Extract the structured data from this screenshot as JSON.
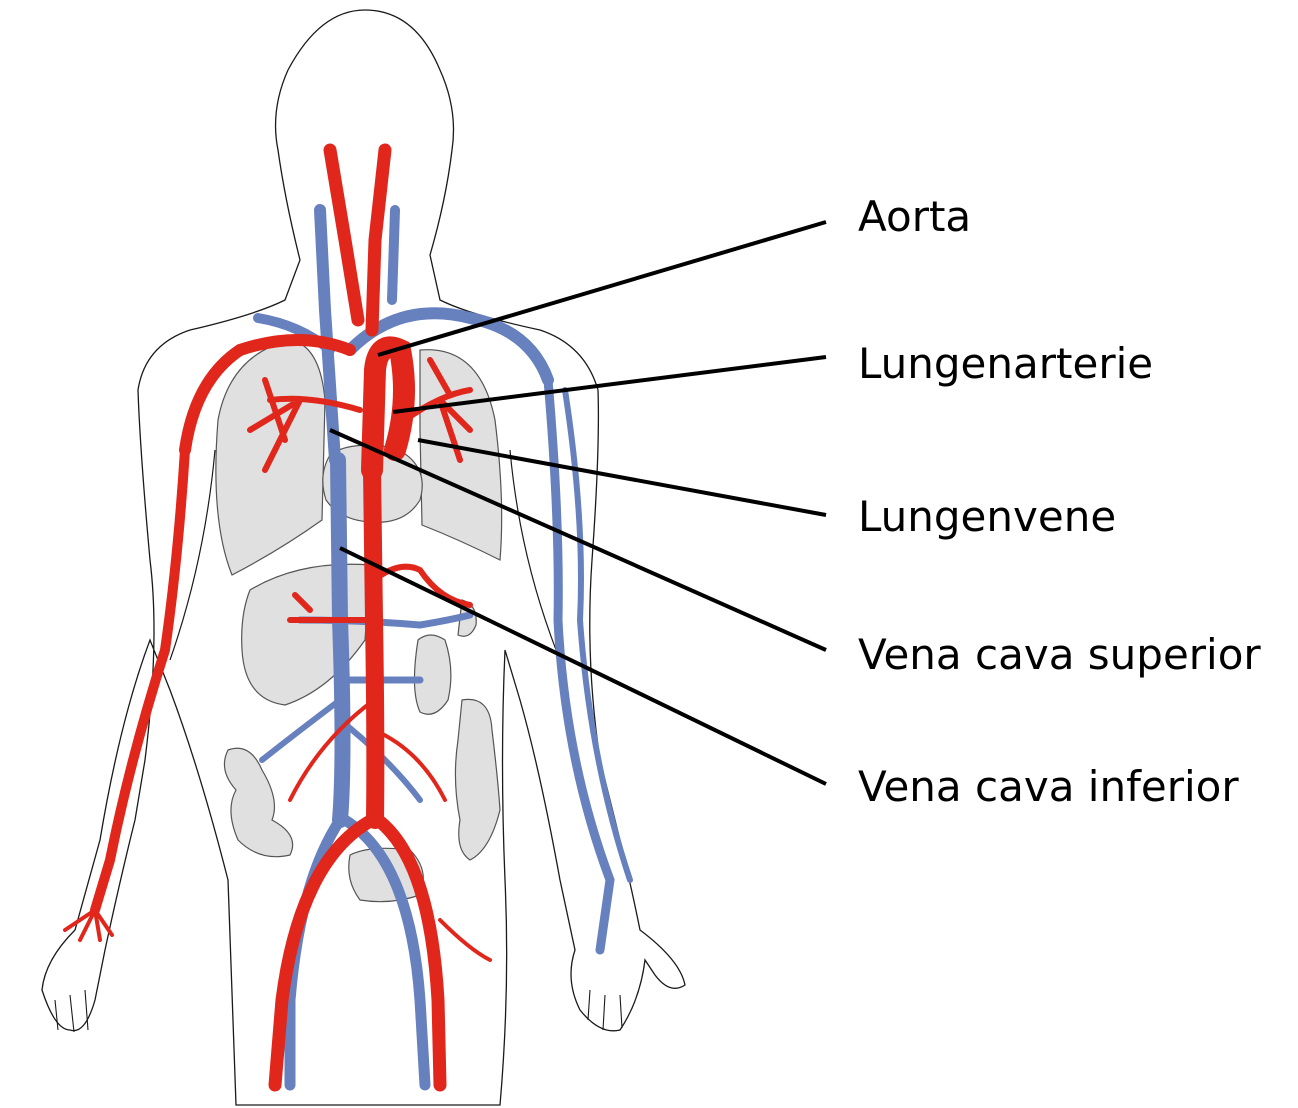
{
  "labels": {
    "aorta": "Aorta",
    "pulmonary_artery": "Lungenarterie",
    "pulmonary_vein": "Lungenvene",
    "superior_vena_cava": "Vena cava superior",
    "inferior_vena_cava": "Vena cava inferior"
  },
  "colors": {
    "artery": "#e1261c",
    "vein": "#6781bf",
    "organ": "#e0e0e0",
    "outline": "#000000"
  }
}
